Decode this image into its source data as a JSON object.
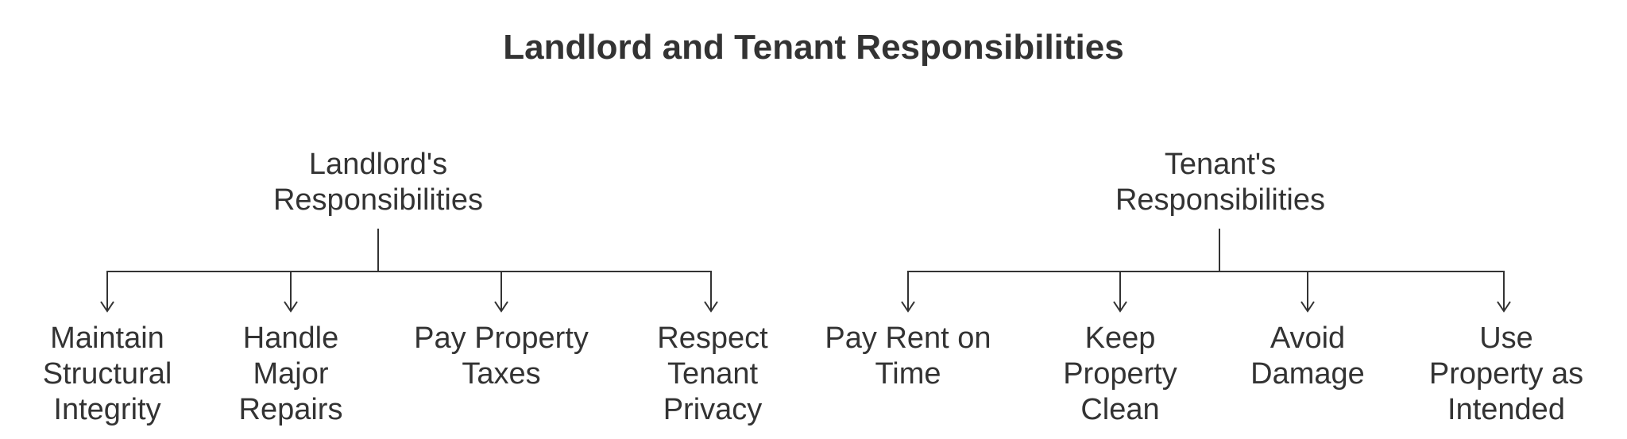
{
  "title": "Landlord and Tenant Responsibilities",
  "colors": {
    "text": "#333333",
    "line": "#333333",
    "background": "#ffffff"
  },
  "trees": [
    {
      "parent": "Landlord's\nResponsibilities",
      "children": [
        "Maintain\nStructural\nIntegrity",
        "Handle\nMajor\nRepairs",
        "Pay Property\nTaxes",
        "Respect\nTenant\nPrivacy"
      ]
    },
    {
      "parent": "Tenant's\nResponsibilities",
      "children": [
        "Pay Rent on\nTime",
        "Keep\nProperty\nClean",
        "Avoid\nDamage",
        "Use\nProperty as\nIntended"
      ]
    }
  ]
}
